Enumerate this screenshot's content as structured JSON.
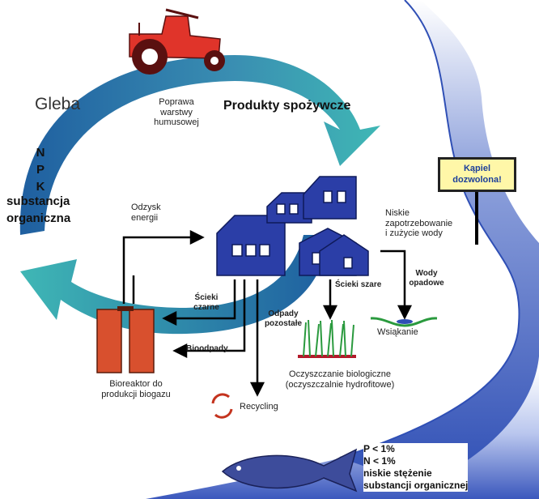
{
  "labels": {
    "gleba": "Gleba",
    "poprawa": [
      "Poprawa",
      "warstwy",
      "humusowej"
    ],
    "produkty": "Produkty spożywcze",
    "npk": [
      "N",
      "P",
      "K"
    ],
    "substancja": [
      "substancja",
      "organiczna"
    ],
    "odzysk": [
      "Odzysk",
      "energii"
    ],
    "niskie": [
      "Niskie",
      "zapotrzebowanie",
      "i zużycie wody"
    ],
    "kapiel": [
      "Kąpiel",
      "dozwolona!"
    ],
    "wody_opadowe": [
      "Wody",
      "opadowe"
    ],
    "scieki_szare": "Ścieki szare",
    "scieki_czarne": [
      "Ścieki",
      "czarne"
    ],
    "odpady_pozostale": [
      "Odpady",
      "pozostałe"
    ],
    "wsiakanie": "Wsiąkanie",
    "bioodpady": "Bioodpady",
    "bioreaktor": [
      "Bioreaktor do",
      "produkcji biogazu"
    ],
    "oczyszczanie": [
      "Oczyszczanie biologiczne",
      "(oczyszczalnie hydrofitowe)"
    ],
    "recycling": "Recycling",
    "fish_text": [
      "P < 1%",
      "N < 1%",
      "niskie stężenie",
      "substancji organicznej"
    ]
  },
  "colors": {
    "cycle_dark": "#1f5fa0",
    "cycle_light": "#3fb7b5",
    "house": "#2b3ea7",
    "tractor": "#e0342a",
    "bioreactor": "#d8502e",
    "river": "#2f4fb5",
    "fish": "#3d4c9b",
    "reeds": "#2a9a3e"
  }
}
